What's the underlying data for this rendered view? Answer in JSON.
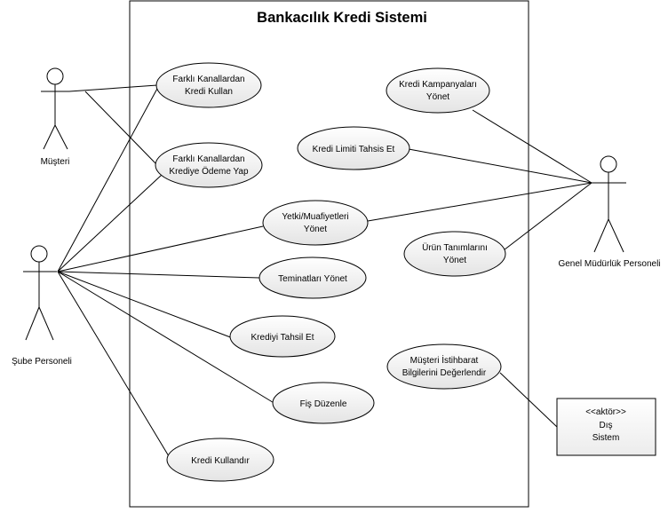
{
  "system": {
    "title": "Bankacılık Kredi Sistemi"
  },
  "actors": {
    "musteri": "Müşteri",
    "sube": "Şube Personeli",
    "genel": "Genel Müdürlük Personeli"
  },
  "external_system": {
    "stereotype": "<<aktör>>",
    "line1": "Dış",
    "line2": "Sistem"
  },
  "use_cases": {
    "farkli_kanal_kredi": [
      "Farklı Kanallardan",
      "Kredi Kullan"
    ],
    "farkli_kanal_odeme": [
      "Farklı Kanallardan",
      "Krediye Ödeme Yap"
    ],
    "kampanya": [
      "Kredi Kampanyaları",
      "Yönet"
    ],
    "limit": [
      "Kredi Limiti Tahsis Et"
    ],
    "yetki": [
      "Yetki/Muafiyetleri",
      "Yönet"
    ],
    "urun": [
      "Ürün Tanımlarını",
      "Yönet"
    ],
    "teminat": [
      "Teminatları Yönet"
    ],
    "tahsil": [
      "Krediyi Tahsil Et"
    ],
    "istihbarat": [
      "Müşteri İstihbarat",
      "Bilgilerini Değerlendir"
    ],
    "fis": [
      "Fiş Düzenle"
    ],
    "kullandir": [
      "Kredi Kullandır"
    ]
  },
  "colors": {
    "line": "#000000",
    "usecase_fill_top": "#ffffff",
    "usecase_fill_bottom": "#e4e4e4",
    "background": "#ffffff"
  }
}
